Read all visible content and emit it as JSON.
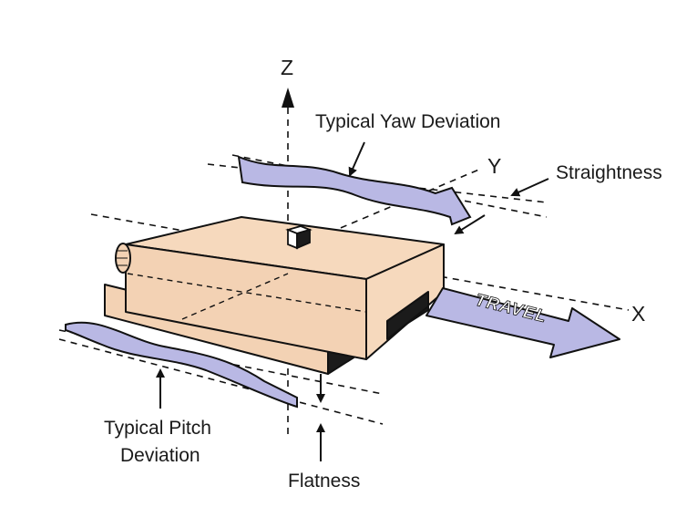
{
  "diagram": {
    "axes": {
      "z": "Z",
      "y": "Y",
      "x": "X"
    },
    "labels": {
      "yaw": "Typical Yaw Deviation",
      "straightness": "Straightness",
      "pitch_line1": "Typical Pitch",
      "pitch_line2": "Deviation",
      "flatness": "Flatness"
    },
    "travel_arrow_text": "TRAVEL",
    "colors": {
      "stage_top": "#f6d9bd",
      "stage_side": "#f3d2b4",
      "wave_fill": "#b9b8e4",
      "travel_fill": "#b9b8e4",
      "line": "#111111"
    }
  }
}
